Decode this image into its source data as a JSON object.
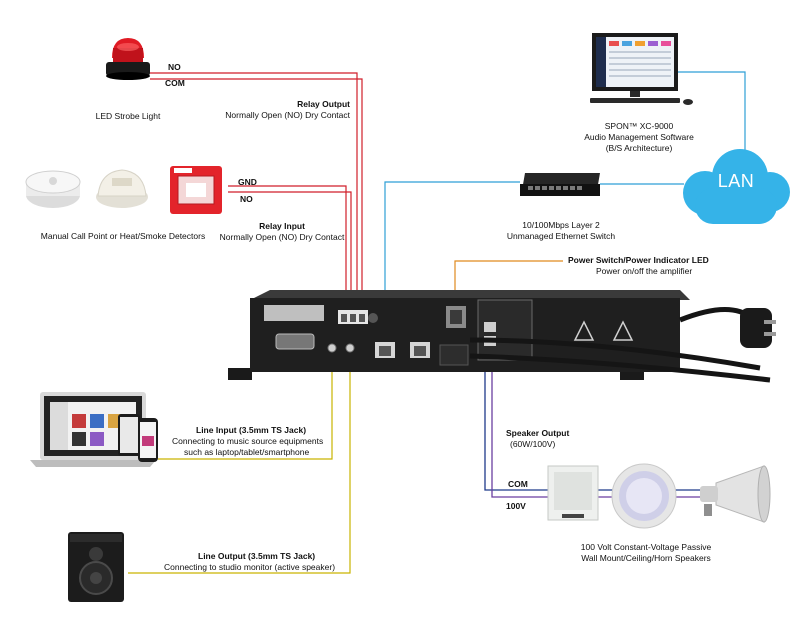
{
  "colors": {
    "relay_wire": "#d01f2a",
    "network_wire": "#2e9fd6",
    "power_wire": "#e08a1e",
    "line_wire": "#c9b400",
    "speaker_wire_com": "#1f3a8a",
    "speaker_wire_100v": "#6a3fa0",
    "lan_cloud": "#35b3e8"
  },
  "labels": {
    "relay_no": "NO",
    "relay_com": "COM",
    "strobe": "LED Strobe Light",
    "relay_output_title": "Relay Output",
    "relay_output_desc": "Normally Open (NO) Dry Contact",
    "input_gnd": "GND",
    "input_no": "NO",
    "detectors": "Manual Call Point or Heat/Smoke Detectors",
    "relay_input_title": "Relay Input",
    "relay_input_desc": "Normally Open (NO) Dry Contact",
    "software_line1": "SPON™ XC-9000",
    "software_line2": "Audio Management Software",
    "software_line3": "(B/S Architecture)",
    "lan": "LAN",
    "switch_line1": "10/100Mbps Layer 2",
    "switch_line2": "Unmanaged Ethernet Switch",
    "power_title": "Power Switch/Power Indicator LED",
    "power_desc": "Power on/off the amplifier",
    "line_input_title": "Line Input (3.5mm TS Jack)",
    "line_input_desc1": "Connecting to music source equipments",
    "line_input_desc2": "such as laptop/tablet/smartphone",
    "speaker_output_title": "Speaker Output",
    "speaker_output_desc": "(60W/100V)",
    "speaker_com": "COM",
    "speaker_100v": "100V",
    "speakers_line1": "100 Volt Constant-Voltage Passive",
    "speakers_line2": "Wall Mount/Ceiling/Horn Speakers",
    "line_output_title": "Line Output (3.5mm TS Jack)",
    "line_output_desc": "Connecting to studio monitor (active speaker)"
  }
}
